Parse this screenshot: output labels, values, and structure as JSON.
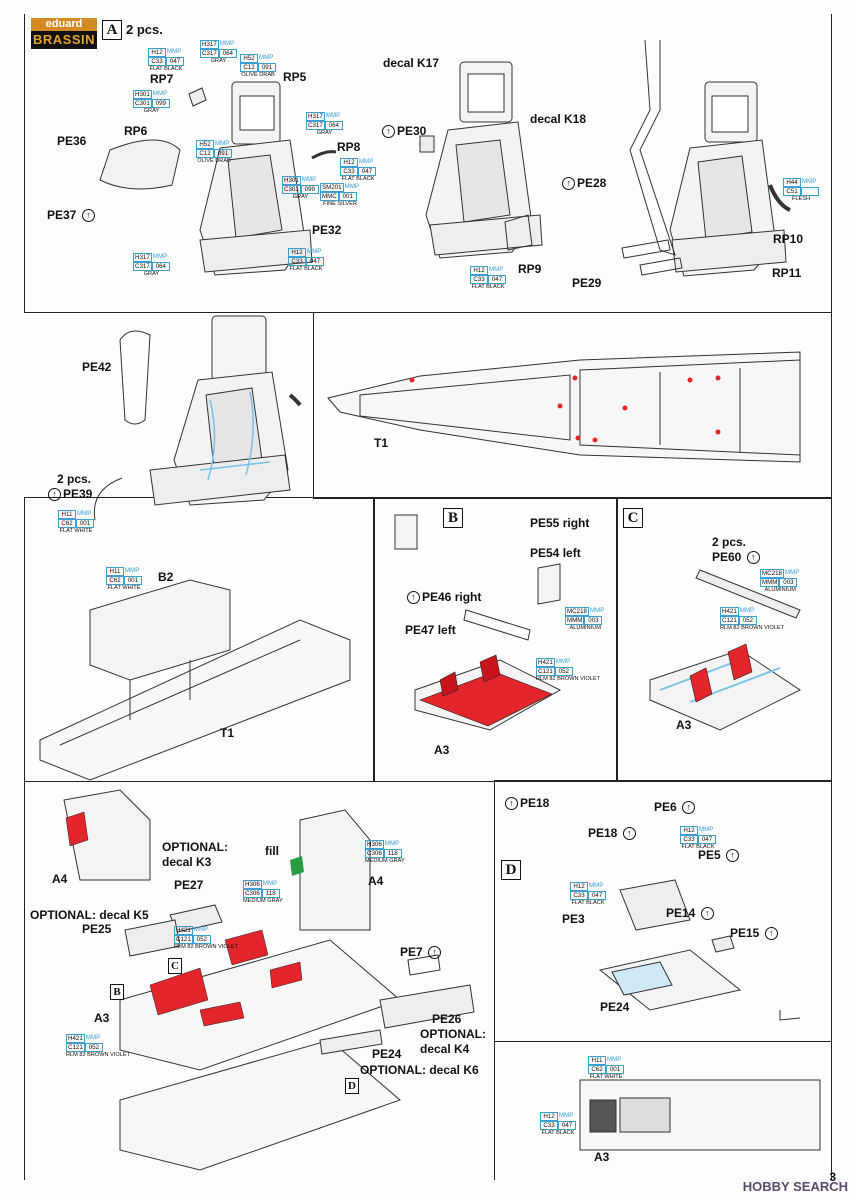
{
  "brand": {
    "top": "eduard",
    "bottom": "BRASSIN"
  },
  "section_a": {
    "letter": "A",
    "qty": "2 pcs."
  },
  "labels_a": {
    "rp7": "RP7",
    "rp5": "RP5",
    "rp6": "RP6",
    "rp8": "RP8",
    "pe36": "PE36",
    "pe37": "PE37",
    "pe32": "PE32",
    "decal_k17": "decal K17",
    "decal_k18": "decal K18",
    "pe30": "PE30",
    "rp9": "RP9",
    "pe28": "PE28",
    "rp10": "RP10",
    "rp11": "RP11",
    "pe29": "PE29"
  },
  "labels_b": {
    "pe42": "PE42",
    "qty39": "2 pcs.",
    "pe39": "PE39",
    "t1": "T1"
  },
  "labels_c": {
    "b2": "B2",
    "t1": "T1"
  },
  "section_b": {
    "letter": "B",
    "pe55": "PE55 right",
    "pe54": "PE54 left",
    "pe46": "PE46 right",
    "pe47": "PE47 left",
    "a3": "A3"
  },
  "section_c": {
    "letter": "C",
    "qty": "2 pcs.",
    "pe60": "PE60",
    "a3": "A3"
  },
  "labels_d": {
    "a4_left": "A4",
    "optional_k3_1": "OPTIONAL:",
    "optional_k3_2": "decal K3",
    "fill": "fill",
    "a4_right": "A4",
    "pe27": "PE27",
    "optional_k5": "OPTIONAL: decal K5",
    "pe25": "PE25",
    "pe7": "PE7",
    "b_ref": "B",
    "c_ref": "C",
    "a3": "A3",
    "pe26": "PE26",
    "optional_k4_1": "OPTIONAL:",
    "optional_k4_2": "decal K4",
    "pe24": "PE24",
    "optional_k6": "OPTIONAL: decal K6",
    "d_ref": "D"
  },
  "section_d": {
    "letter": "D",
    "pe18a": "PE18",
    "pe6": "PE6",
    "pe18b": "PE18",
    "pe5": "PE5",
    "pe3": "PE3",
    "pe14": "PE14",
    "pe15": "PE15",
    "pe24": "PE24",
    "a3": "A3"
  },
  "paints": [
    {
      "h": "H12",
      "c": "C33",
      "mmp": "047",
      "name": "FLAT BLACK"
    },
    {
      "h": "H317",
      "c": "C317",
      "mmp": "064",
      "name": "GRAY"
    },
    {
      "h": "H52",
      "c": "C12",
      "mmp": "091",
      "name": "OLIVE DRAB"
    },
    {
      "h": "H301",
      "c": "C301",
      "mmp": "099",
      "name": "GRAY"
    },
    {
      "h": "SM201",
      "c": "MMC",
      "mmp": "001",
      "name": "FINE SILVER"
    },
    {
      "h": "H44",
      "c": "C51",
      "mmp": "",
      "name": "FLESH"
    },
    {
      "h": "H11",
      "c": "C62",
      "mmp": "001",
      "name": "FLAT WHITE"
    },
    {
      "h": "MC218",
      "c": "MMM",
      "mmp": "003",
      "name": "ALUMINIUM"
    },
    {
      "h": "H421",
      "c": "C121",
      "mmp": "052",
      "name": "RLM 82 BROWN VIOLET"
    },
    {
      "h": "H306",
      "c": "C306",
      "mmp": "118",
      "name": "MEDIUM GRAY"
    }
  ],
  "mmp_tag": "MMP",
  "colors": {
    "accent_red": "#e2262b",
    "paint_blue": "#3aa0d8",
    "line": "#222222",
    "logo_orange": "#d38a22"
  },
  "page_number": "3",
  "watermark": "HOBBY SEARCH"
}
